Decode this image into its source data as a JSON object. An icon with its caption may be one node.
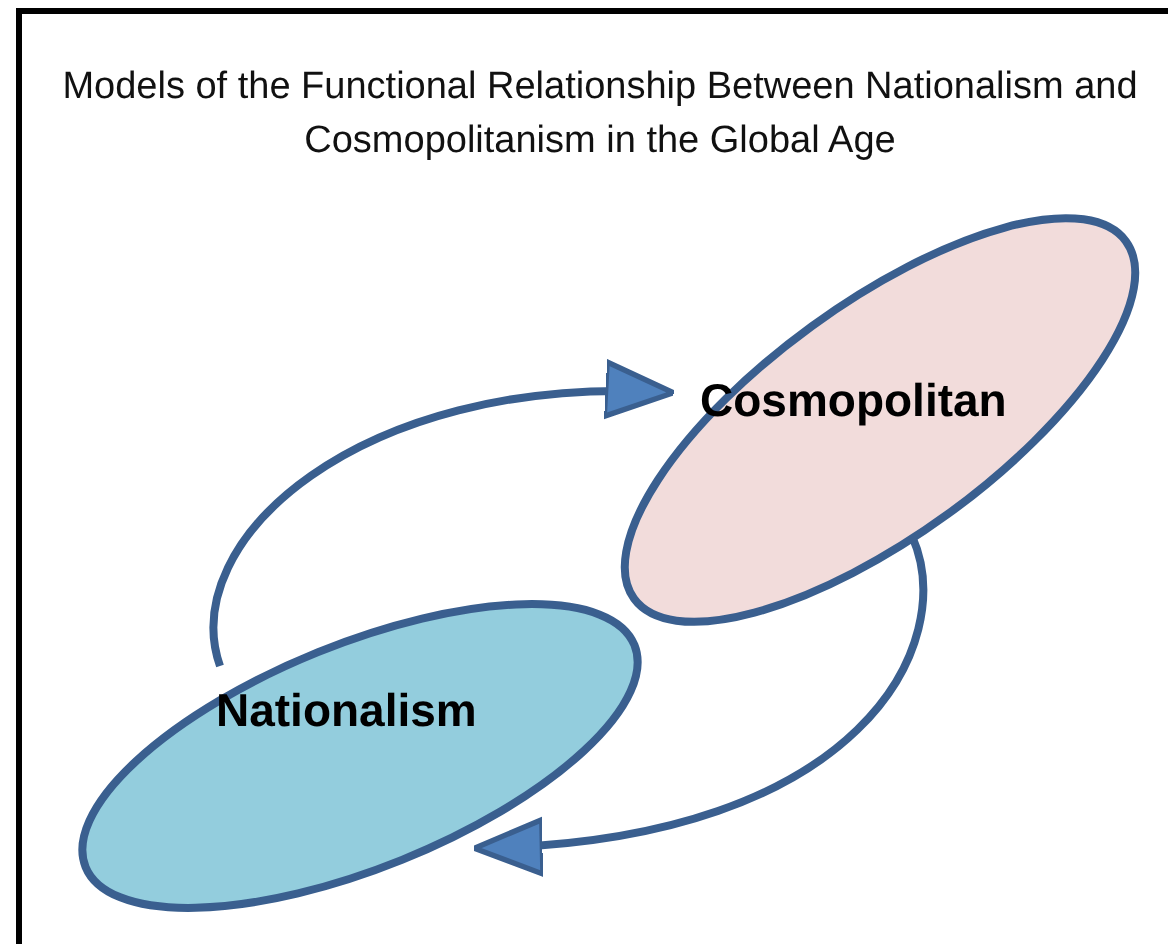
{
  "diagram": {
    "title": "Models of the Functional Relationship Between Nationalism and Cosmopolitanism in the Global Age",
    "nodes": [
      {
        "text": [
          "Cosmopolitan"
        ]
      },
      {
        "text": [
          "Nationalism"
        ]
      }
    ],
    "edges": [
      {
        "from": 1,
        "to": 0,
        "arrow": "to"
      },
      {
        "from": 0,
        "to": 1,
        "arrow": "to"
      }
    ]
  }
}
